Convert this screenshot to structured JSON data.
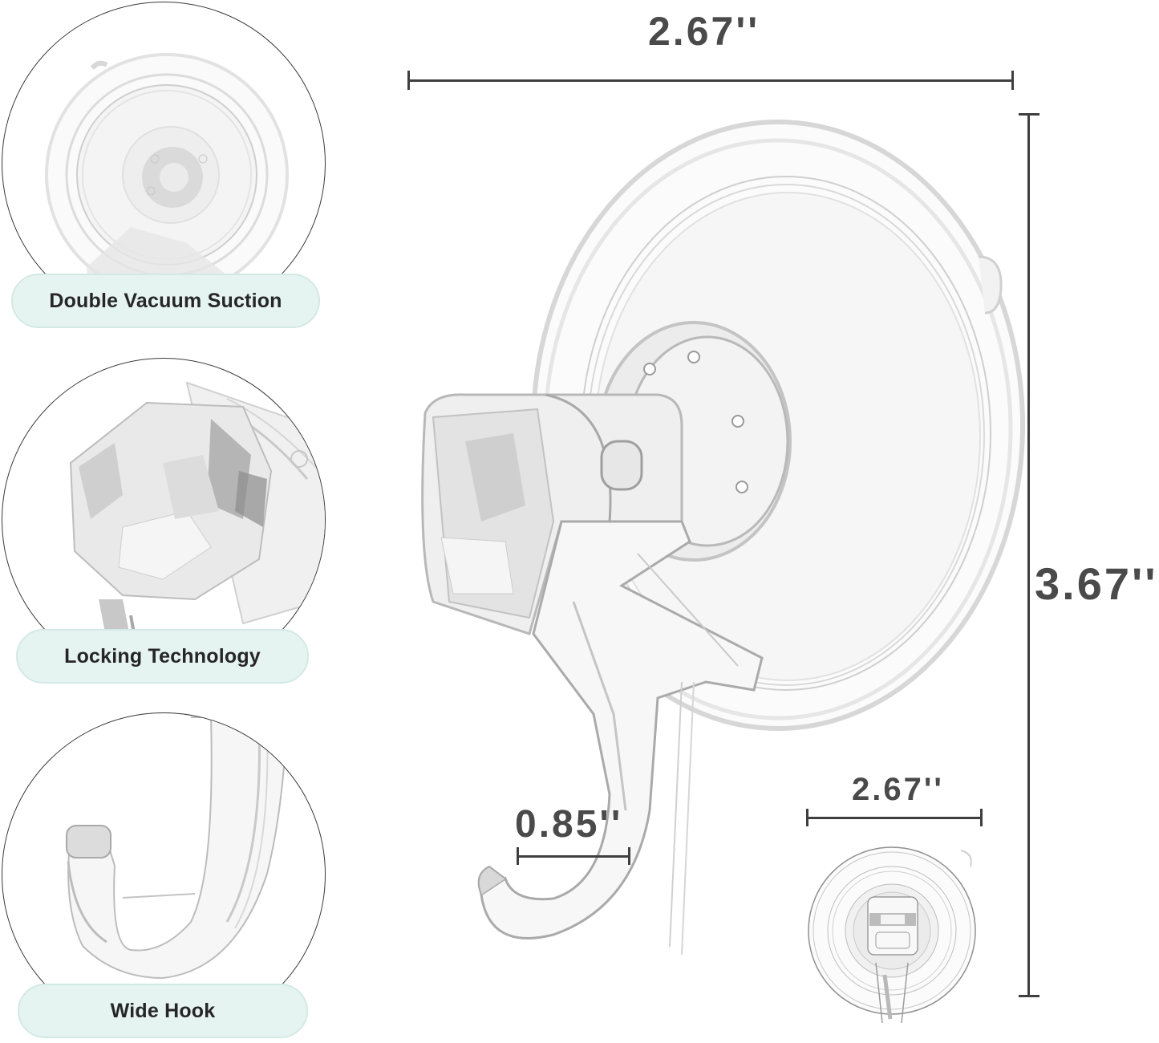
{
  "features": [
    {
      "id": "double-vacuum-suction",
      "label": "Double Vacuum Suction"
    },
    {
      "id": "locking-technology",
      "label": "Locking Technology"
    },
    {
      "id": "wide-hook",
      "label": "Wide Hook"
    }
  ],
  "dimensions": {
    "overall_width": "2.67''",
    "overall_height": "3.67''",
    "hook_opening": "0.85''",
    "front_view_width": "2.67''"
  },
  "colors": {
    "badge_background": "#e6f4f1",
    "badge_border": "#d3e9e4",
    "dimension_text": "#4a4a4a",
    "label_text": "#262626"
  }
}
